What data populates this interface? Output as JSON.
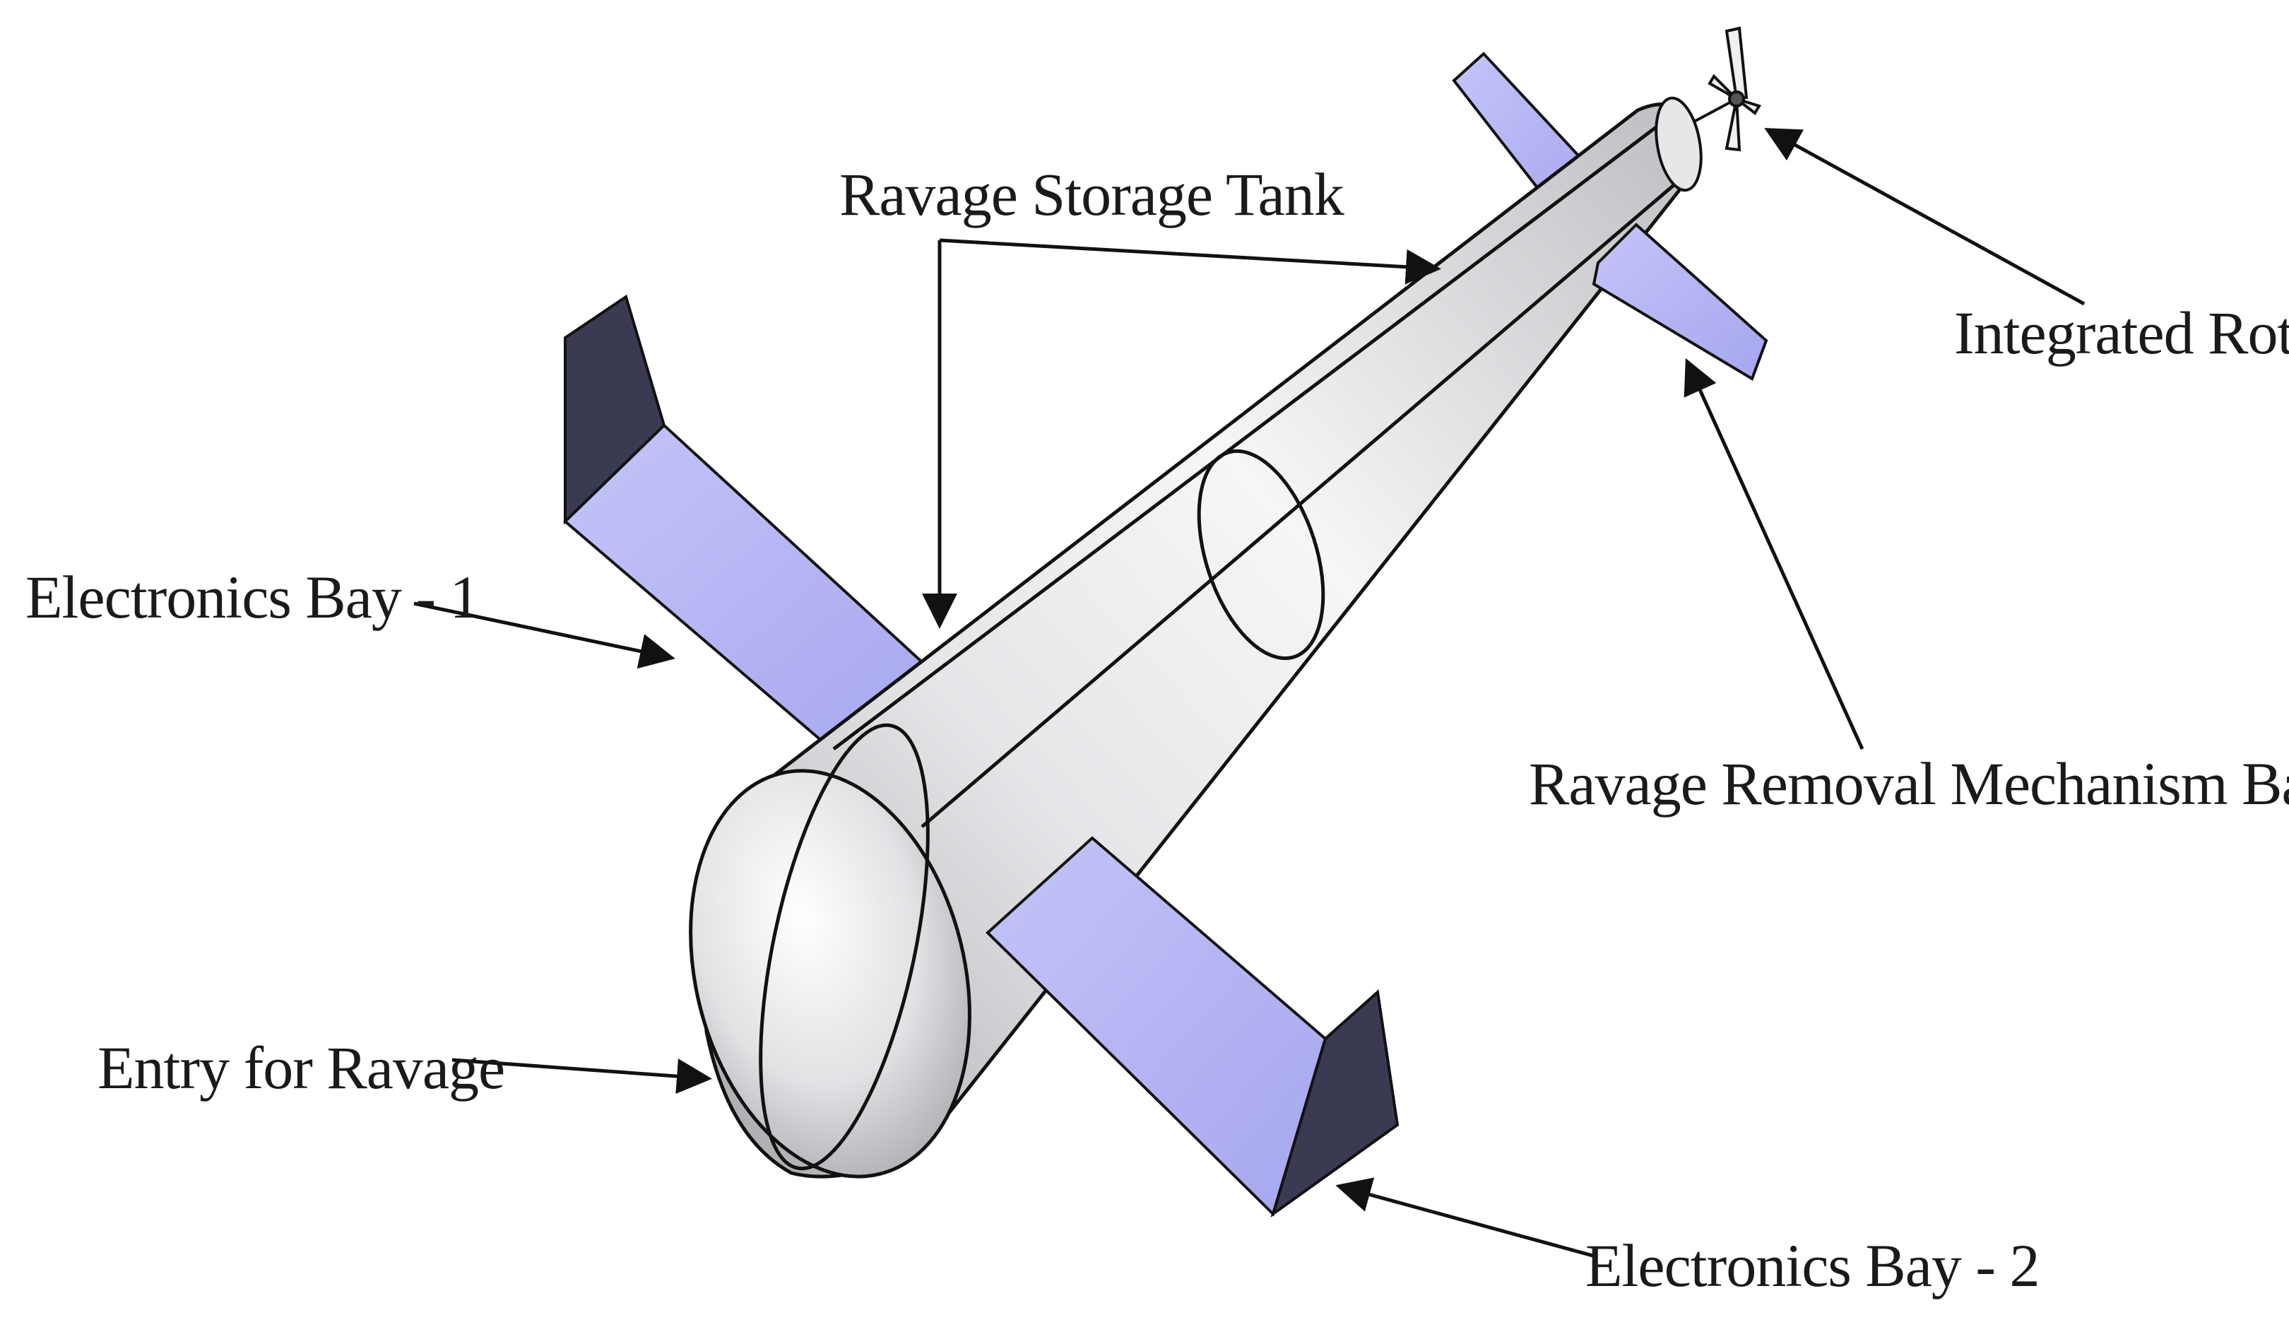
{
  "labels": {
    "storage_tank": "Ravage Storage Tank",
    "rotor": "Integrated Rotor",
    "bay1": "Electronics Bay - 1",
    "removal": "Ravage Removal Mechanism Bay",
    "entry": "Entry for Ravage",
    "bay2": "Electronics Bay - 2"
  },
  "colors": {
    "fin_face": "#b4b4f4",
    "fin_edge": "#3a3a52",
    "body_light": "#f2f2f4",
    "body_dark": "#a6a6aa"
  }
}
